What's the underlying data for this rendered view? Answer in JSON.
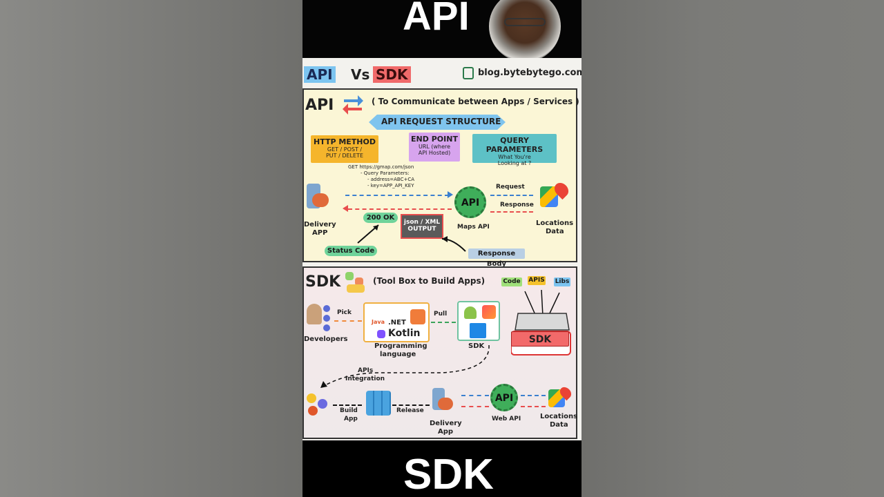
{
  "caption": {
    "top": "API",
    "bottom": "SDK"
  },
  "header": {
    "api_tag": "API",
    "vs": "Vs",
    "sdk_tag": "SDK",
    "site": "blog.bytebytego.com"
  },
  "api_panel": {
    "title": "API",
    "subtitle": "( To Communicate between Apps / Services )",
    "structure_banner": "API REQUEST STRUCTURE",
    "http_method": {
      "title": "HTTP METHOD",
      "line1": "GET / POST /",
      "line2": "PUT / DELETE"
    },
    "end_point": {
      "title": "END POINT",
      "line1": "URL (where",
      "line2": "API Hosted)"
    },
    "query_params": {
      "title": "QUERY PARAMETERS",
      "line1": "What You're",
      "line2": "Looking at ?"
    },
    "request_snippet": {
      "line1": "GET https://gmap.com/json",
      "line2": "- Query Parameters:",
      "line3": "- address=ABC+CA",
      "line4": "- key=APP_API_KEY"
    },
    "delivery_app": {
      "line1": "Delivery",
      "line2": "APP"
    },
    "api_gear": "API",
    "maps_api": "Maps API",
    "request": "Request",
    "response": "Response",
    "locations_data": {
      "line1": "Locations",
      "line2": "Data"
    },
    "status_ok": "200 OK",
    "output_box": {
      "line1": "json / XML",
      "line2": "OUTPUT"
    },
    "status_code": "Status Code",
    "response_body": "Response Body"
  },
  "sdk_panel": {
    "title": "SDK",
    "subtitle": "(Tool Box to Build Apps)",
    "chips": {
      "code": "Code",
      "apis": "APIS",
      "libs": "Libs"
    },
    "developers": "Developers",
    "pick": "Pick",
    "languages": {
      "java": "Java",
      "net": ".NET",
      "kotlin": "Kotlin"
    },
    "programming_language": {
      "line1": "Programming",
      "line2": "language"
    },
    "pull": "Pull",
    "sdk_label": "SDK",
    "toolbox_label": "SDK",
    "apis_integration": {
      "line1": "APIs",
      "line2": "Integration"
    },
    "build_app": {
      "line1": "Build",
      "line2": "App"
    },
    "release": "Release",
    "delivery_app": {
      "line1": "Delivery",
      "line2": "App"
    },
    "web_api_gear": "API",
    "web_api": "Web API",
    "locations_data": {
      "line1": "Locations",
      "line2": "Data"
    }
  }
}
